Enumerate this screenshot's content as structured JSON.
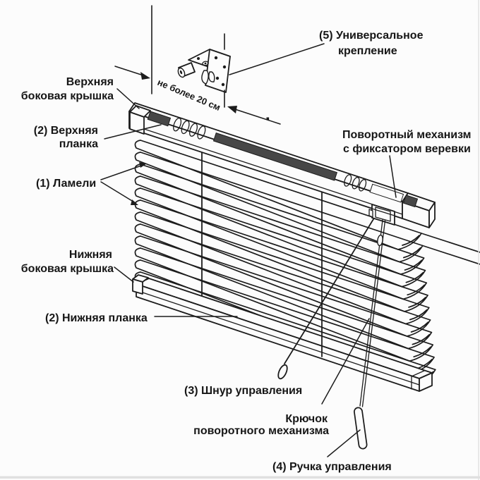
{
  "colors": {
    "ink": "#1c1c1c",
    "background": "#fcfcfc",
    "channel_fill": "#474747"
  },
  "labels": {
    "top_side_cap": {
      "line1": "Верхняя",
      "line2": "боковая крышка"
    },
    "top_rail": {
      "line1": "(2) Верхняя",
      "line2": "планка"
    },
    "universal_mount": {
      "line1": "(5) Универсальное",
      "line2": "крепление"
    },
    "distance_note": {
      "text": "не более 20 см"
    },
    "turn_mechanism": {
      "line1": "Поворотный механизм",
      "line2": "с фиксатором веревки"
    },
    "slats": {
      "text": "(1) Ламели"
    },
    "bottom_side_cap": {
      "line1": "Нижняя",
      "line2": "боковая крышка"
    },
    "bottom_rail": {
      "text": "(2) Нижняя планка"
    },
    "control_cord": {
      "text": "(3) Шнур управления"
    },
    "mechanism_hook": {
      "line1": "Крючок",
      "line2": "поворотного механизма"
    },
    "control_wand": {
      "text": "(4) Ручка управления"
    }
  }
}
